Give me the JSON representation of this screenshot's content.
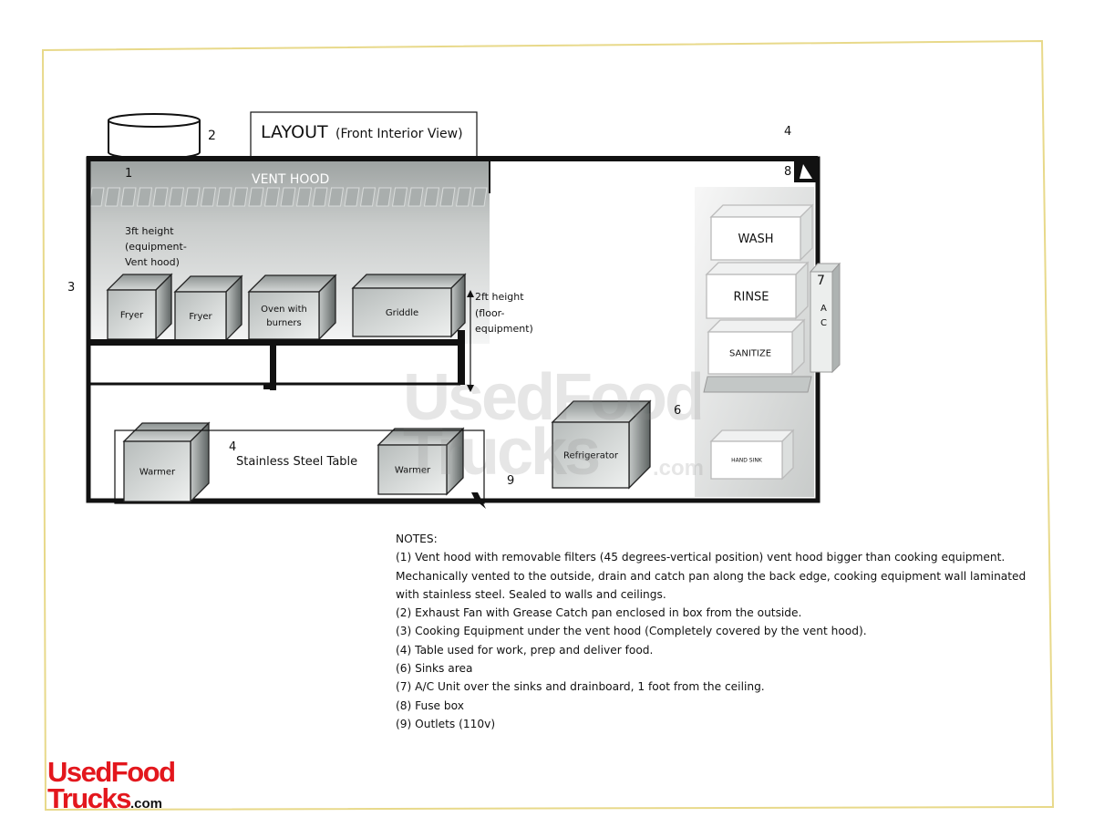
{
  "title": {
    "main": "LAYOUT",
    "sub": "(Front Interior View)"
  },
  "markers": {
    "m1": "1",
    "m2": "2",
    "m3": "3",
    "m4_top": "4",
    "m4_table": "4",
    "m6": "6",
    "m7": "7",
    "m8": "8",
    "m9": "9"
  },
  "vent_hood": {
    "label": "VENT HOOD",
    "height_note": [
      "3ft height",
      "(equipment-",
      "Vent hood)"
    ]
  },
  "floor_note": [
    "2ft height",
    "(floor-",
    "equipment)"
  ],
  "equipment": {
    "fryer1": "Fryer",
    "fryer2": "Fryer",
    "oven": [
      "Oven with",
      "burners"
    ],
    "griddle": "Griddle",
    "warmer1": "Warmer",
    "warmer2": "Warmer",
    "table": "Stainless Steel Table",
    "refrigerator": "Refrigerator"
  },
  "sinks": {
    "wash": "WASH",
    "rinse": "RINSE",
    "sanitize": "SANITIZE",
    "hand_sink": "HAND SINK"
  },
  "ac": {
    "a": "A",
    "c": "C"
  },
  "notes": {
    "heading": "NOTES:",
    "lines": [
      "(1) Vent hood with removable filters (45 degrees-vertical position) vent hood bigger than cooking equipment.",
      "Mechanically vented to the outside, drain and catch pan along the back edge, cooking equipment wall laminated",
      "with stainless steel. Sealed to walls and ceilings.",
      "(2) Exhaust Fan with Grease Catch pan enclosed in box from the outside.",
      "(3) Cooking Equipment under the vent hood (Completely covered by the vent hood).",
      "(4) Table used for work, prep and deliver food.",
      "(6) Sinks area",
      "(7) A/C Unit over the sinks and drainboard, 1 foot from the ceiling.",
      "(8) Fuse box",
      "(9) Outlets (110v)"
    ]
  },
  "watermark": {
    "line1": "UsedFood",
    "line2": "Trucks",
    "suffix": ".com"
  },
  "logo": {
    "line1": "UsedFood",
    "line2": "Trucks",
    "suffix": ".com"
  },
  "colors": {
    "border": "#e8d98a",
    "brand_red": "#e3171d"
  }
}
